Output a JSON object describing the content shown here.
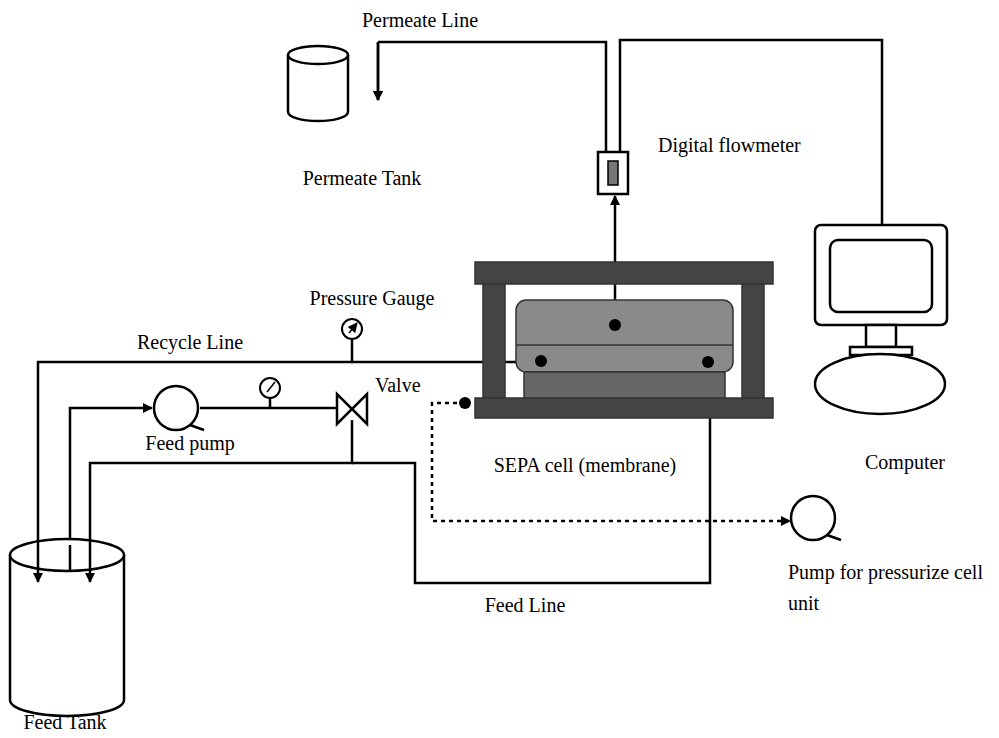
{
  "diagram": {
    "labels": [
      "Permeate Line",
      "Permeate Tank",
      "Digital flowmeter",
      "Pressure Gauge",
      "Recycle Line",
      "Valve",
      "Feed pump",
      "SEPA cell (membrane)",
      "Computer",
      "Pump for pressurize cell unit",
      "Feed Line",
      "Feed Tank"
    ]
  }
}
